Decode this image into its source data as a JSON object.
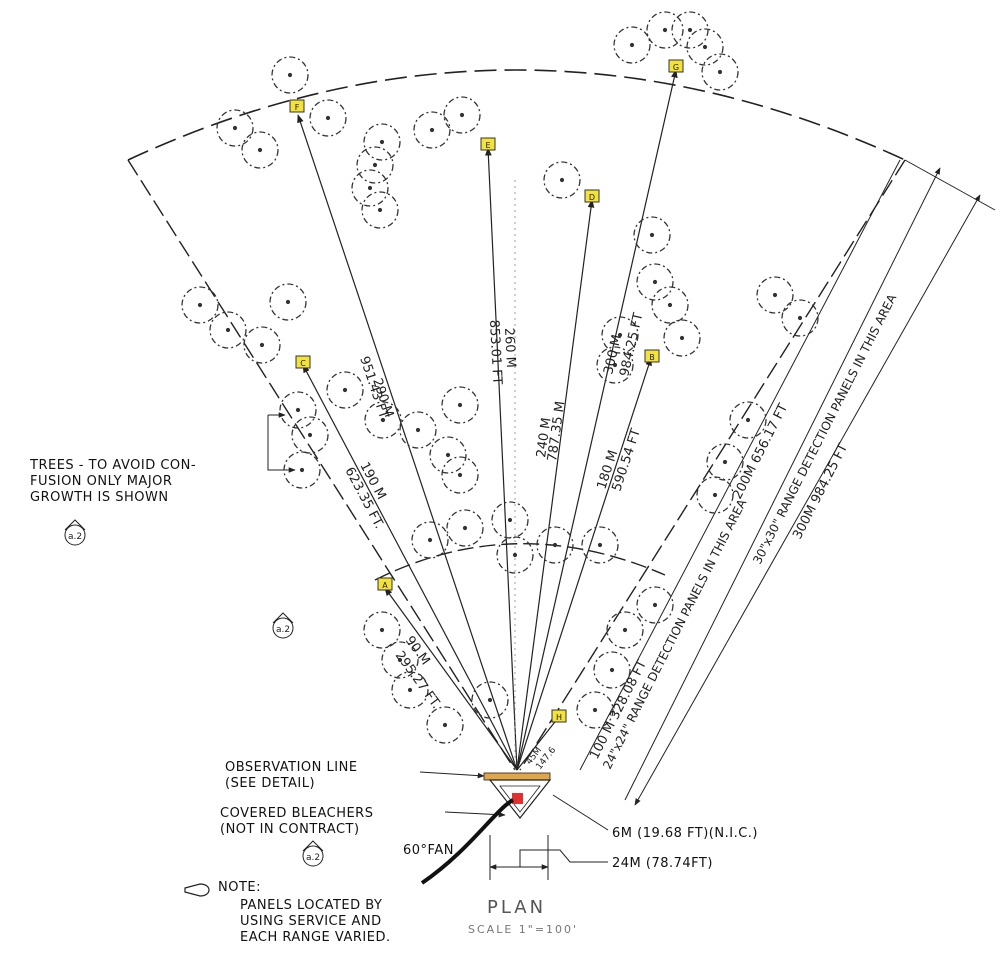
{
  "notes": {
    "trees": "TREES - TO AVOID CON-\nFUSION ONLY MAJOR\nGROWTH IS SHOWN",
    "observation": "OBSERVATION LINE\n(SEE DETAIL)",
    "bleachers": "COVERED BLEACHERS\n(NOT IN CONTRACT)",
    "fan": "60°FAN",
    "six_m": "6M (19.68 FT)(N.I.C.)",
    "twentyfour_m": "24M (78.74FT)",
    "note_title": "NOTE:",
    "note_body": "PANELS LOCATED BY\nUSING SERVICE AND\nEACH RANGE VARIED."
  },
  "title": {
    "name": "PLAN",
    "scale": "SCALE 1\"=100'"
  },
  "ranges": [
    {
      "id": "A",
      "metric": "90 M",
      "feet": "295.27 FT."
    },
    {
      "id": "C",
      "metric": "190 M",
      "feet": "623.35 FT."
    },
    {
      "id": "F",
      "metric": "290 M",
      "feet": "951.43 FT."
    },
    {
      "id": "E",
      "metric": "260 M",
      "feet": "853.01 FT"
    },
    {
      "id": "D",
      "metric": "240 M",
      "feet": "787.35 M"
    },
    {
      "id": "B",
      "metric": "180 M",
      "feet": "590.54 FT"
    },
    {
      "id": "G",
      "metric": "300 M",
      "feet": "984.25 FT"
    },
    {
      "id": "H",
      "metric": "45M",
      "feet": "147.6"
    }
  ],
  "zones": {
    "inner_dim": "100 M 328.08 FT",
    "inner_panels": "24\"x24\" RANGE DETECTION\nPANELS IN THIS AREA",
    "outer_dim": "200M 656.17 FT",
    "outer_panels": "30\"x30\" RANGE DETECTION PANELS IN THIS AREA",
    "total_dim": "300M 984.25 FT"
  },
  "section_marker": "a.2"
}
